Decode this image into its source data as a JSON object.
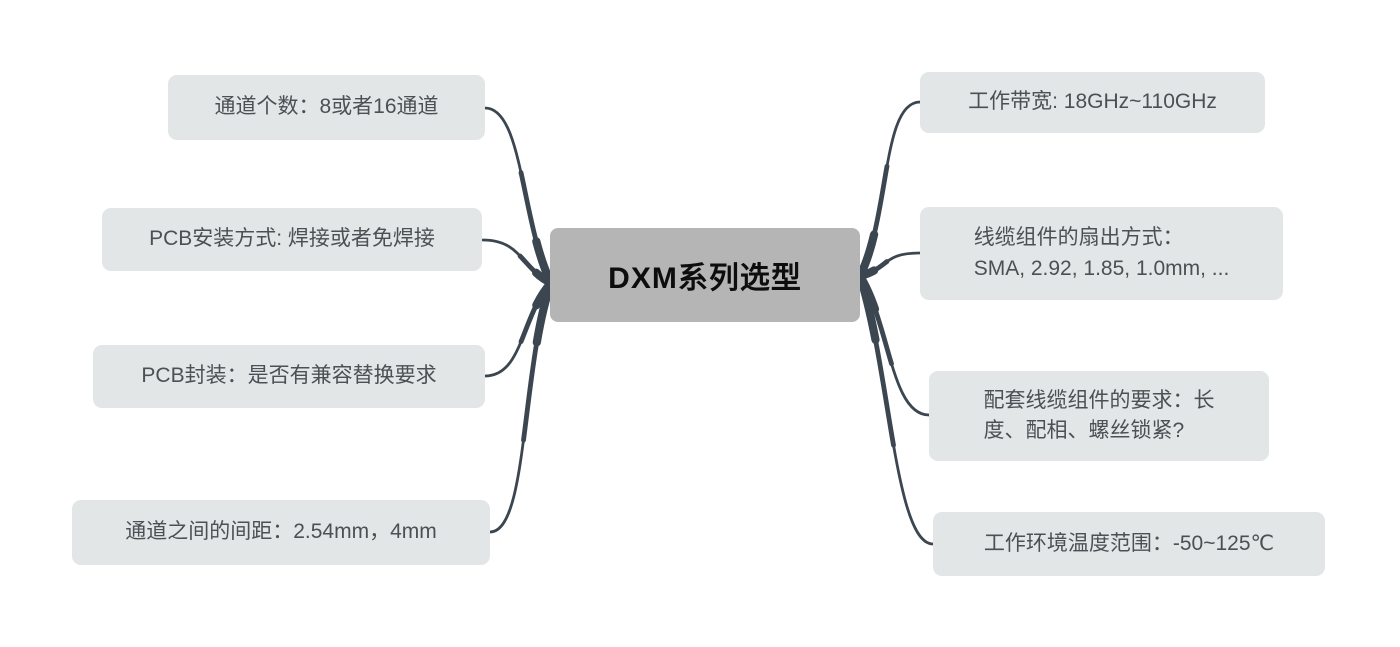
{
  "central": {
    "label": "DXM系列选型"
  },
  "colors": {
    "background": "#ffffff",
    "branch_box_bg": "#e2e6e7",
    "central_box_bg": "#b5b5b5",
    "connection_line": "#3c4650",
    "branch_text": "#4b5054",
    "central_text": "#0d0d0d"
  },
  "left_branches": [
    {
      "label": "通道个数：8或者16通道"
    },
    {
      "label": "PCB安装方式: 焊接或者免焊接"
    },
    {
      "label": "PCB封装：是否有兼容替换要求"
    },
    {
      "label": "通道之间的间距：2.54mm，4mm"
    }
  ],
  "right_branches": [
    {
      "label": "工作带宽: 18GHz~110GHz"
    },
    {
      "label": "线缆组件的扇出方式：\nSMA, 2.92, 1.85, 1.0mm, ..."
    },
    {
      "label": "配套线缆组件的要求：长\n度、配相、螺丝锁紧?"
    },
    {
      "label": "工作环境温度范围：-50~125℃"
    }
  ]
}
